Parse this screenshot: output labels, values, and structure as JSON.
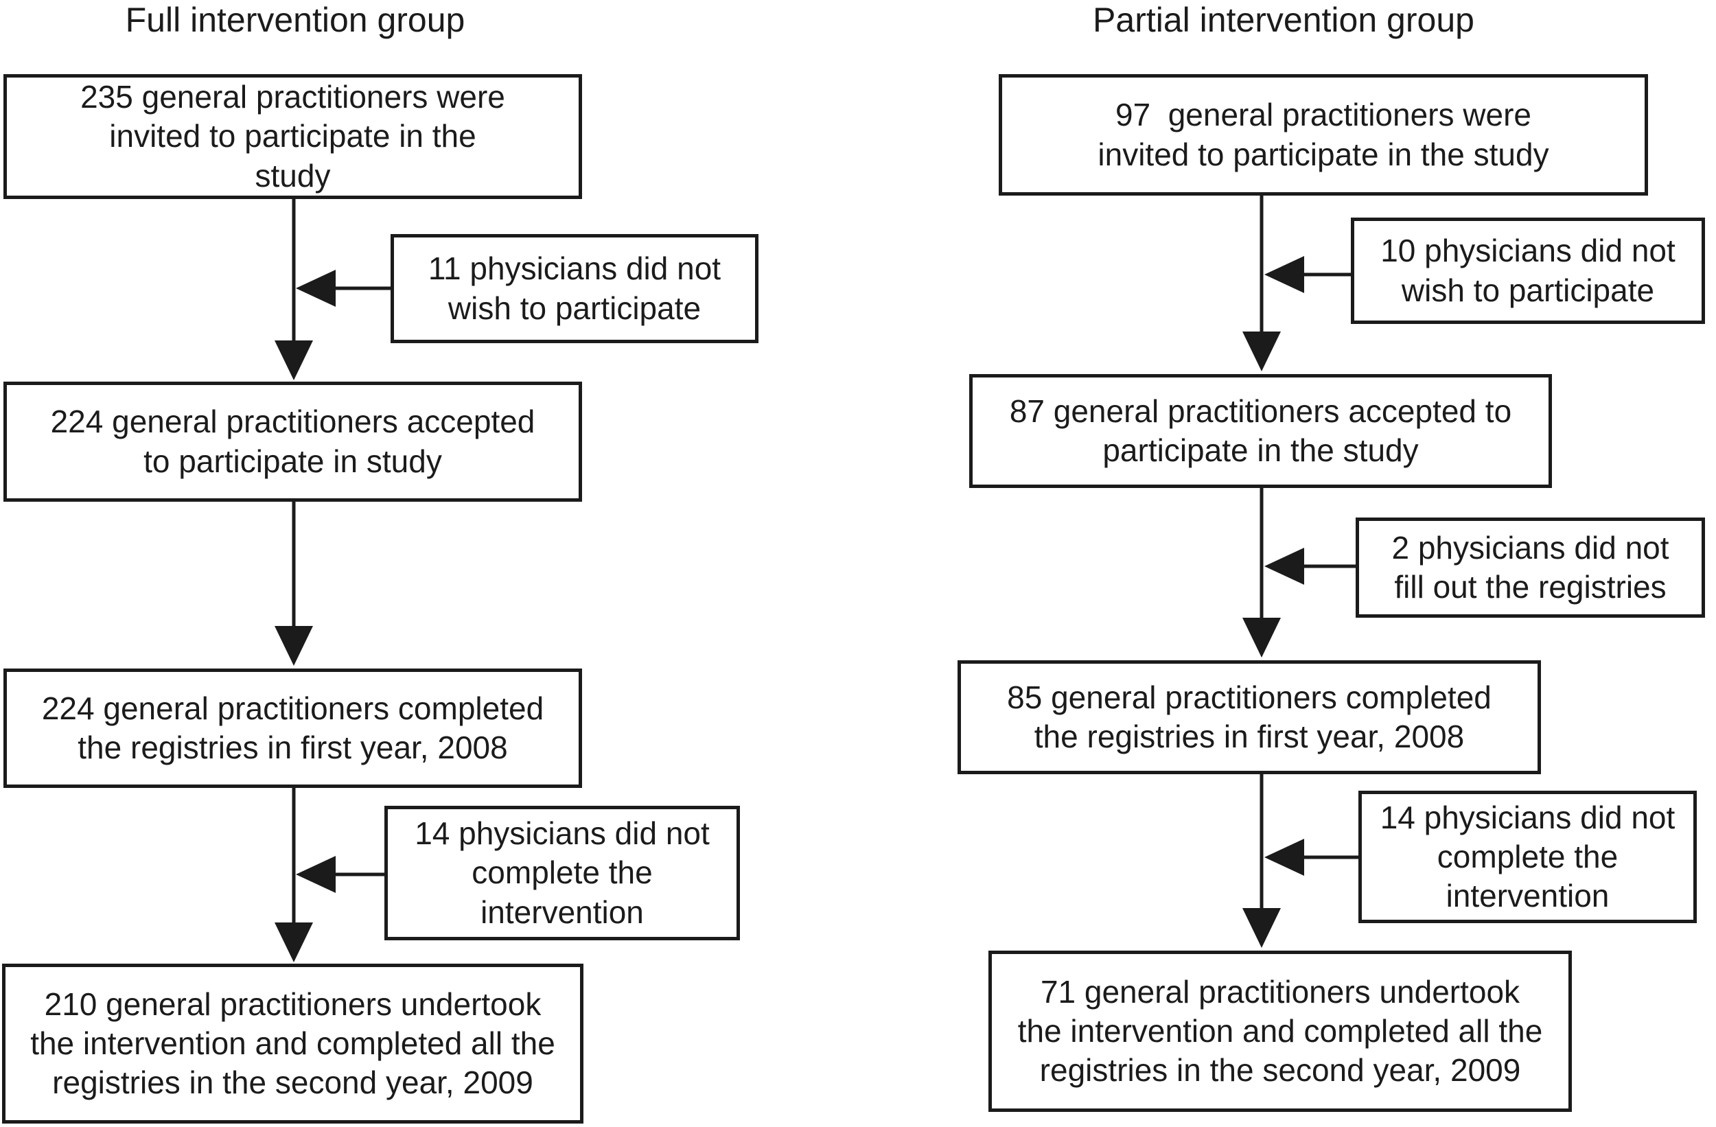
{
  "figure": {
    "kind": "study-flow-diagram",
    "colors": {
      "ink": "#1b1b1b",
      "background": "#ffffff"
    }
  },
  "full_group": {
    "title": "Full intervention group",
    "box_invited": {
      "lines": [
        "235 general practitioners were",
        "invited to participate in the",
        "study"
      ]
    },
    "box_declined": {
      "lines": [
        "11 physicians did not",
        "wish to participate"
      ]
    },
    "box_accepted": {
      "lines": [
        "224 general practitioners accepted",
        "to participate in study"
      ]
    },
    "box_registries_2008": {
      "lines": [
        "224 general practitioners completed",
        "the registries in first year, 2008"
      ]
    },
    "box_not_completed": {
      "lines": [
        "14 physicians did not",
        "complete the",
        "intervention"
      ]
    },
    "box_final_2009": {
      "lines": [
        "210 general practitioners undertook",
        "the intervention and completed all the",
        "registries in the second year, 2009"
      ]
    }
  },
  "partial_group": {
    "title": "Partial intervention group",
    "box_invited": {
      "lines": [
        "97  general practitioners were",
        "invited to participate in the study"
      ]
    },
    "box_declined": {
      "lines": [
        "10 physicians did not",
        "wish to participate"
      ]
    },
    "box_accepted": {
      "lines": [
        "87 general practitioners accepted to",
        "participate in the study"
      ]
    },
    "box_no_registries": {
      "lines": [
        "2 physicians did not",
        "fill out the registries"
      ]
    },
    "box_registries_2008": {
      "lines": [
        "85 general practitioners completed",
        "the registries in first year, 2008"
      ]
    },
    "box_not_completed": {
      "lines": [
        "14 physicians did not",
        "complete the",
        "intervention"
      ]
    },
    "box_final_2009": {
      "lines": [
        "71 general practitioners undertook",
        "the intervention and completed all the",
        "registries in the second year, 2009"
      ]
    }
  }
}
